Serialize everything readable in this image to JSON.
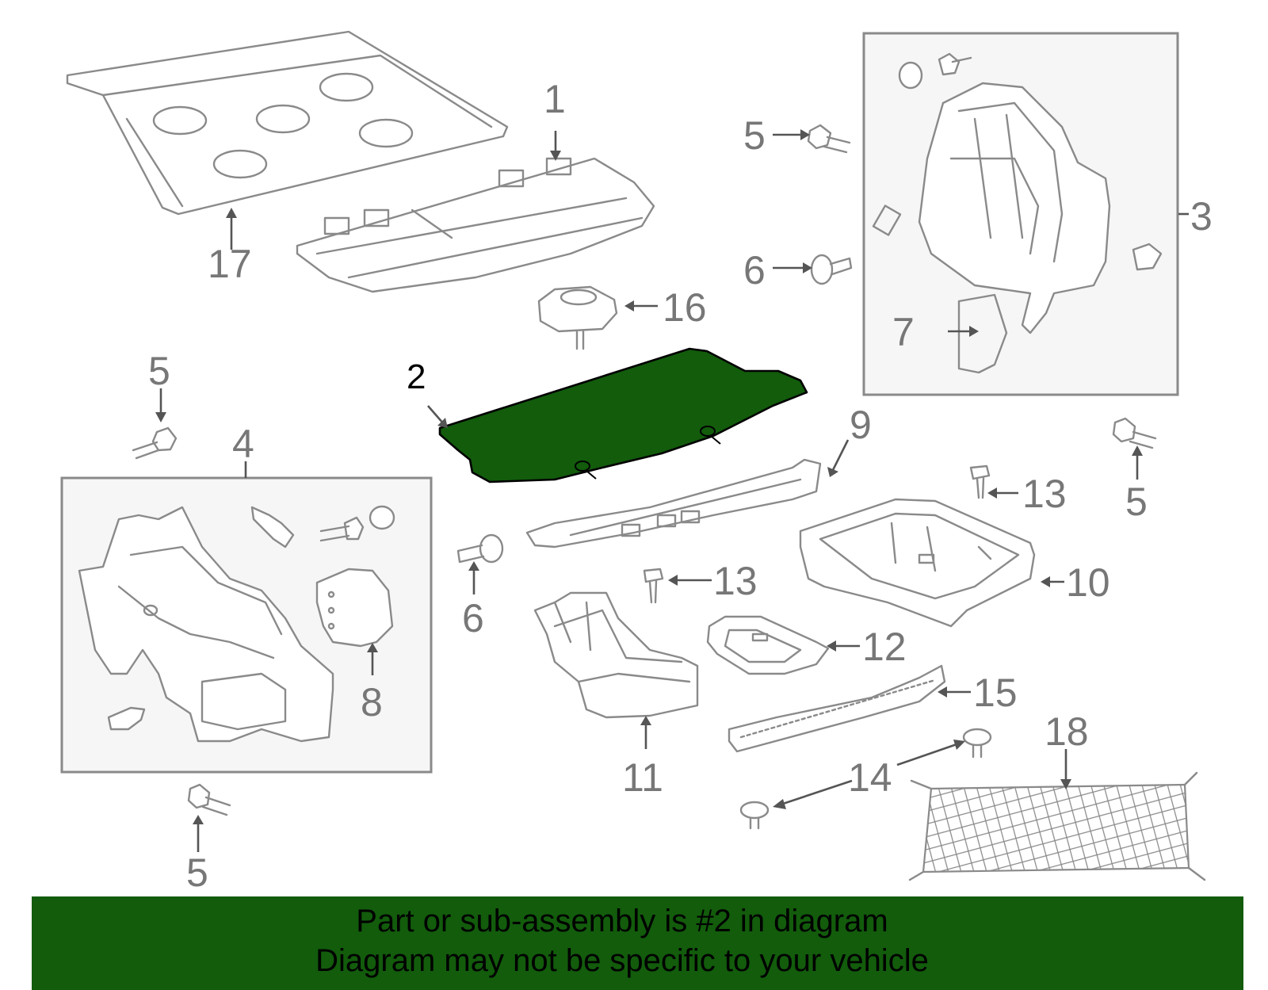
{
  "diagram": {
    "highlight_color": "#125c0c",
    "highlighted_part": "2",
    "callouts": {
      "c1": "1",
      "c2": "2",
      "c3": "3",
      "c4": "4",
      "c5a": "5",
      "c5b": "5",
      "c5c": "5",
      "c5d": "5",
      "c6a": "6",
      "c6b": "6",
      "c7": "7",
      "c8": "8",
      "c9": "9",
      "c10": "10",
      "c11": "11",
      "c12": "12",
      "c13a": "13",
      "c13b": "13",
      "c14": "14",
      "c15": "15",
      "c16": "16",
      "c17": "17",
      "c18": "18"
    }
  },
  "banner": {
    "line1": "Part or sub-assembly is #2 in diagram",
    "line2": "Diagram may not be specific to your vehicle",
    "color": "#125c0c"
  }
}
